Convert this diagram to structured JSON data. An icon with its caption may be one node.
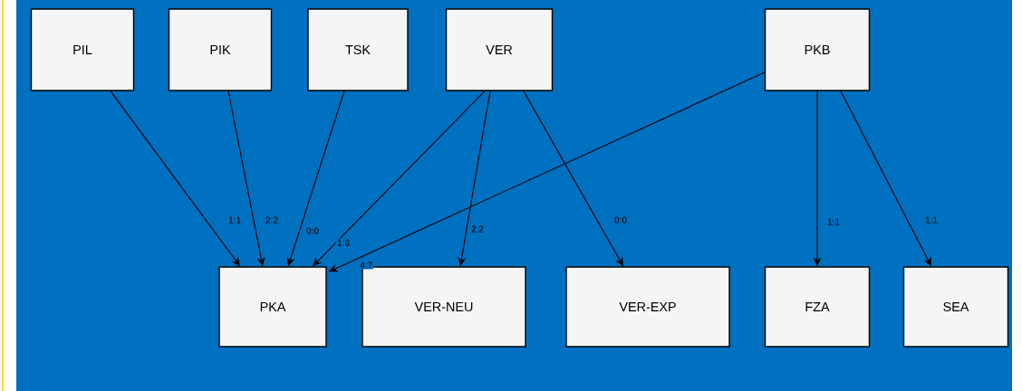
{
  "diagram": {
    "nodes": [
      {
        "text": [
          "PIL"
        ]
      },
      {
        "text": [
          "PIK"
        ]
      },
      {
        "text": [
          "TSK"
        ]
      },
      {
        "text": [
          "VER"
        ]
      },
      {
        "text": [
          "PKB"
        ]
      },
      {
        "text": [
          "PKA"
        ]
      },
      {
        "text": [
          "VER-NEU"
        ]
      },
      {
        "text": [
          "VER-EXP"
        ]
      },
      {
        "text": [
          "FZA"
        ]
      },
      {
        "text": [
          "SEA"
        ]
      }
    ],
    "edges": [
      {
        "from": 0,
        "to": 5,
        "arrow": "to",
        "label": "1:1"
      },
      {
        "from": 1,
        "to": 5,
        "arrow": "to",
        "label": "2:2"
      },
      {
        "from": 2,
        "to": 5,
        "arrow": "to",
        "label": "0:0"
      },
      {
        "from": 3,
        "to": 5,
        "arrow": "to",
        "label": "1:6"
      },
      {
        "from": 4,
        "to": 5,
        "arrow": "to",
        "label": "4:7"
      },
      {
        "from": 3,
        "to": 6,
        "arrow": "to",
        "label": "2:2"
      },
      {
        "from": 3,
        "to": 7,
        "arrow": "to",
        "label": "0:0"
      },
      {
        "from": 4,
        "to": 8,
        "arrow": "to",
        "label": "1:1"
      },
      {
        "from": 4,
        "to": 9,
        "arrow": "to",
        "label": "1:1"
      }
    ]
  }
}
